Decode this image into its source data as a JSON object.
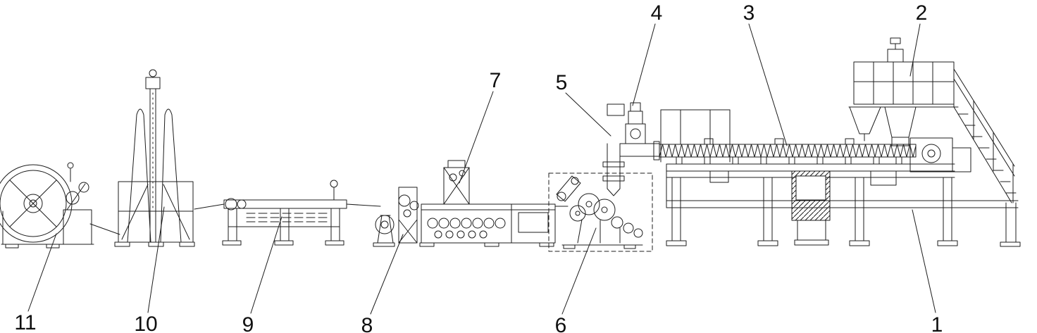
{
  "diagram": {
    "type": "technical-line-drawing",
    "subject": "extrusion-production-line-side-elevation",
    "background_color": "#ffffff",
    "line_color": "#1c1c1c",
    "callouts": [
      {
        "label": "1",
        "component": "extruder-main-base-frame"
      },
      {
        "label": "2",
        "component": "hopper-and-operator-platform"
      },
      {
        "label": "3",
        "component": "extruder-barrel"
      },
      {
        "label": "4",
        "component": "die-head-adapter"
      },
      {
        "label": "5",
        "component": "melt-pipe-elbow"
      },
      {
        "label": "6",
        "component": "calender-roll-unit"
      },
      {
        "label": "7",
        "component": "roller-tower"
      },
      {
        "label": "8",
        "component": "haul-off-unit"
      },
      {
        "label": "9",
        "component": "cooling-table"
      },
      {
        "label": "10",
        "component": "accumulator-tower"
      },
      {
        "label": "11",
        "component": "winder"
      }
    ]
  }
}
